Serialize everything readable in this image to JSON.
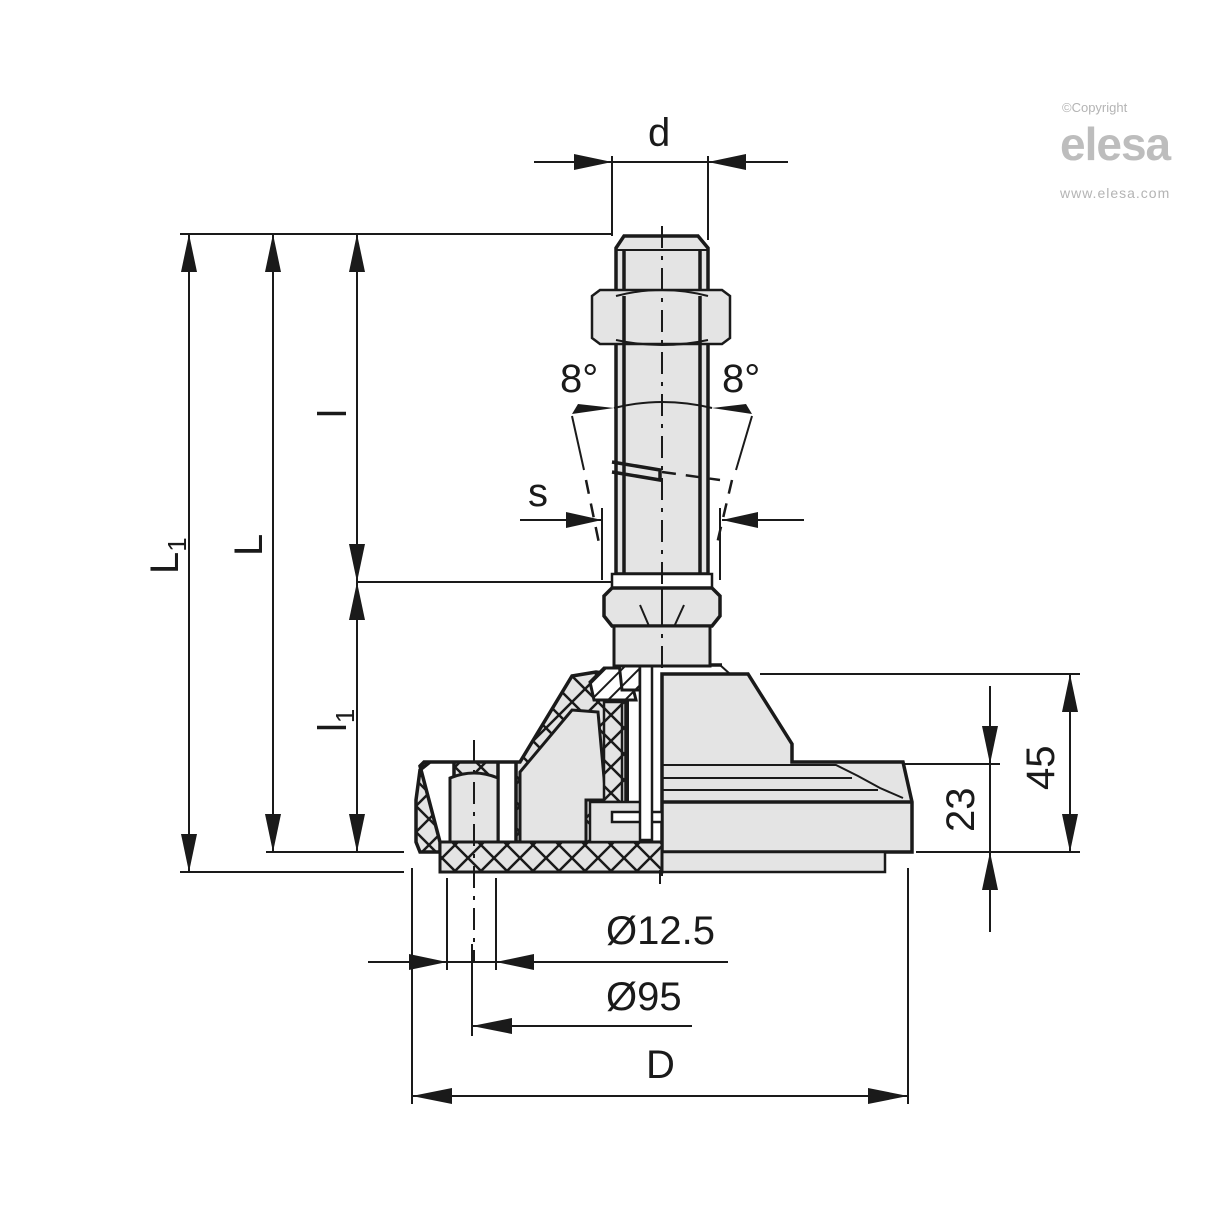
{
  "watermark": {
    "copyright": "©Copyright",
    "brand": "elesa",
    "url": "www.elesa.com"
  },
  "dimensions": {
    "thread_diameter": "d",
    "wrench_size": "s",
    "total_length": "L",
    "subscript_one": "1",
    "total_length_1_base": "L",
    "thread_length": "l",
    "thread_length_1_base": "l",
    "tilt_angle_left": "8°",
    "tilt_angle_right": "8°",
    "hole_diameter": "Ø12.5",
    "hole_pitch_diameter": "Ø95",
    "base_diameter": "D",
    "base_height": "23",
    "overall_base_height": "45"
  },
  "colors": {
    "line": "#1a1a1a",
    "part_fill": "#e4e4e4",
    "watermark": "#bdbdbd"
  }
}
